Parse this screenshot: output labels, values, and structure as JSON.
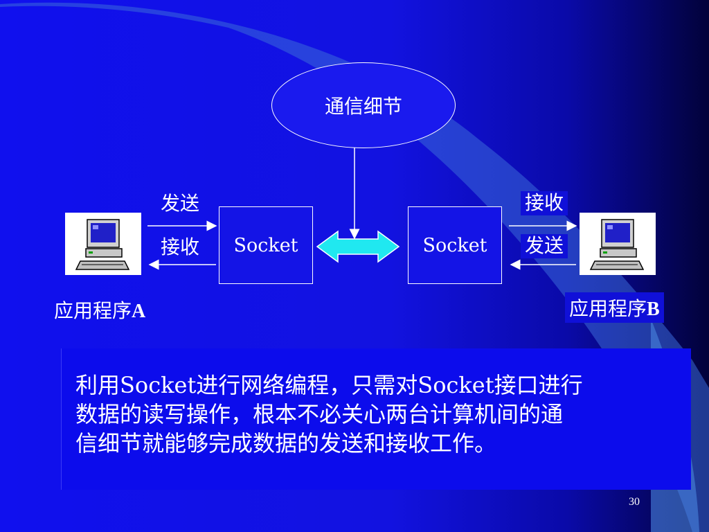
{
  "slide": {
    "page_number": "30",
    "colors": {
      "background": "#1212e0",
      "accent": "#3a7ad8",
      "connector": "#20e8f0"
    }
  },
  "diagram": {
    "center_node": "通信细节",
    "socket_left": "Socket",
    "socket_right": "Socket",
    "left": {
      "send": "发送",
      "receive": "接收",
      "app_prefix": "应用程序",
      "app_suffix": "A",
      "icon": "computer-icon"
    },
    "right": {
      "receive": "接收",
      "send": "发送",
      "app_prefix": "应用程序",
      "app_suffix": "B",
      "icon": "computer-icon"
    }
  },
  "description": {
    "lines": [
      "利用Socket进行网络编程，只需对Socket接口进行",
      "数据的读写操作，根本不必关心两台计算机间的通",
      "信细节就能够完成数据的发送和接收工作。"
    ]
  }
}
